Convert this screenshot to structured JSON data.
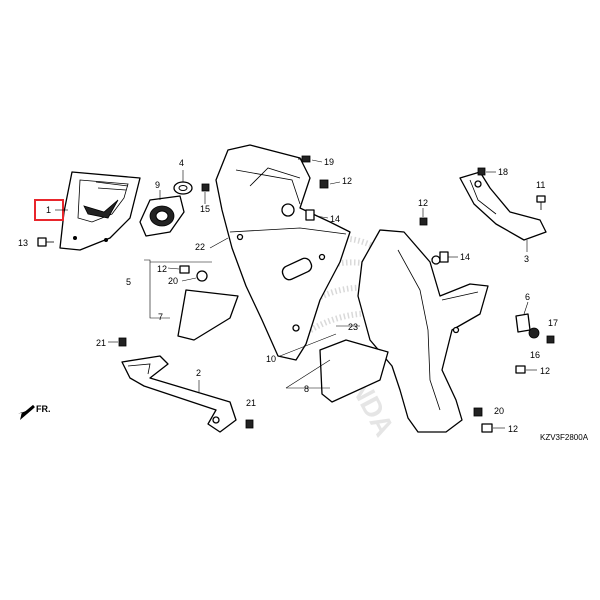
{
  "highlight_color": "#e8262c",
  "watermark": "HONDA",
  "drawing_code": "KZV3F2800A",
  "direction": {
    "label": "FR.",
    "icon": "front-arrow-icon"
  },
  "callouts": {
    "c1": "1",
    "c2": "2",
    "c3": "3",
    "c4": "4",
    "c5": "5",
    "c6": "6",
    "c7": "7",
    "c8": "8",
    "c9": "9",
    "c10": "10",
    "c11": "11",
    "c12a": "12",
    "c12b": "12",
    "c12c": "12",
    "c12d": "12",
    "c12e": "12",
    "c13": "13",
    "c14": "14",
    "c15": "15",
    "c16": "16",
    "c17": "17",
    "c18": "18",
    "c19": "19",
    "c20a": "20",
    "c20b": "20",
    "c21a": "21",
    "c21b": "21",
    "c22": "22",
    "c23": "23"
  }
}
